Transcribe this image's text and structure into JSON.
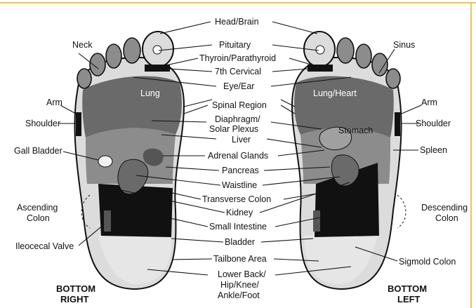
{
  "labels": {
    "head_brain": "Head/Brain",
    "neck": "Neck",
    "pituitary": "Pituitary",
    "sinus": "Sinus",
    "thyroid": "Thyroin/Parathyroid",
    "cervical": "7th Cervical",
    "eye_ear": "Eye/Ear",
    "lung": "Lung",
    "lung_heart": "Lung/Heart",
    "arm_right": "Arm",
    "arm_left": "Arm",
    "spinal": "Spinal Region",
    "shoulder_right": "Shoulder",
    "shoulder_left": "Shoulder",
    "diaphragm_1": "Diaphragm/",
    "diaphragm_2": "Solar Plexus",
    "stomach": "Stomach",
    "liver": "Liver",
    "gall_bladder": "Gall Bladder",
    "adrenal": "Adrenal Glands",
    "spleen": "Spleen",
    "pancreas": "Pancreas",
    "waistline": "Waistline",
    "transverse": "Transverse Colon",
    "ascending_1": "Ascending",
    "ascending_2": "Colon",
    "descending_1": "Descending",
    "descending_2": "Colon",
    "kidney": "Kidney",
    "small_intestine": "Small Intestine",
    "ileocecal": "Ileocecal Valve",
    "bladder": "Bladder",
    "tailbone": "Tailbone Area",
    "sigmoid": "Sigmold Colon",
    "lower_back_1": "Lower Back/",
    "lower_back_2": "Hip/Knee/",
    "lower_back_3": "Ankle/Foot"
  },
  "captions": {
    "right_1": "BOTTOM",
    "right_2": "RIGHT",
    "left_1": "BOTTOM",
    "left_2": "LEFT"
  },
  "colors": {
    "light": "#dcdcdc",
    "mid": "#8c8c8c",
    "dark": "#555555",
    "black": "#111111",
    "frame_accent": "#e8c84a"
  }
}
